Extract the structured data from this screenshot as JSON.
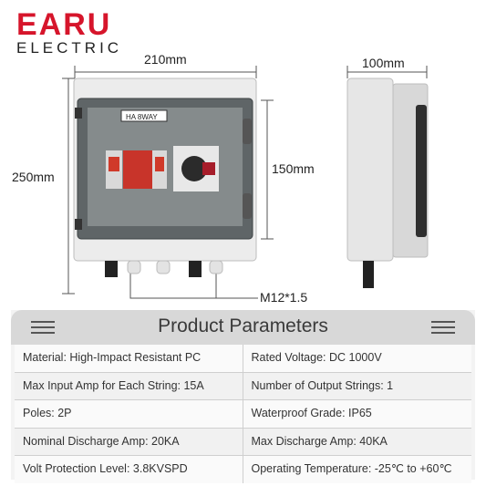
{
  "brand": {
    "name": "EARU",
    "sub": "ELECTRIC",
    "color": "#d6152b"
  },
  "dimensions": {
    "front_width": "210mm",
    "side_width": "100mm",
    "height_total": "250mm",
    "window_height": "150mm",
    "gland": "M12*1.5"
  },
  "device": {
    "label": "HA 8WAY"
  },
  "params": {
    "title": "Product Parameters",
    "rows": [
      {
        "left": "Material: High-Impact Resistant PC",
        "right": "Rated Voltage: DC 1000V"
      },
      {
        "left": "Max Input Amp for Each String: 15A",
        "right": "Number of Output Strings: 1"
      },
      {
        "left": "Poles: 2P",
        "right": "Waterproof Grade: IP65"
      },
      {
        "left": "Nominal Discharge Amp: 20KA",
        "right": "Max Discharge Amp: 40KA"
      },
      {
        "left": "Volt Protection Level: 3.8KVSPD",
        "right": "Operating Temperature: -25℃ to +60℃"
      }
    ]
  }
}
